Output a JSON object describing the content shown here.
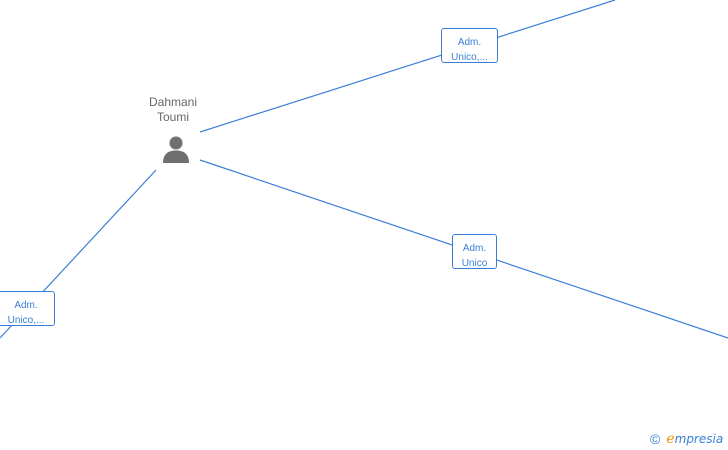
{
  "person": {
    "name_line1": "Dahmani",
    "name_line2": "Toumi",
    "icon": "person-icon"
  },
  "roles": {
    "top": {
      "line1": "Adm.",
      "line2": "Unico,..."
    },
    "middle": {
      "line1": "Adm.",
      "line2": "Unico"
    },
    "left": {
      "line1": "Adm.",
      "line2": "Unico,..."
    }
  },
  "watermark": {
    "copyright_symbol": "©",
    "brand_first": "e",
    "brand_rest": "mpresia"
  },
  "colors": {
    "edge": "#3a7fd5",
    "person_text": "#666666",
    "person_icon": "#6f6f6f",
    "brand_accent": "#f39200"
  }
}
